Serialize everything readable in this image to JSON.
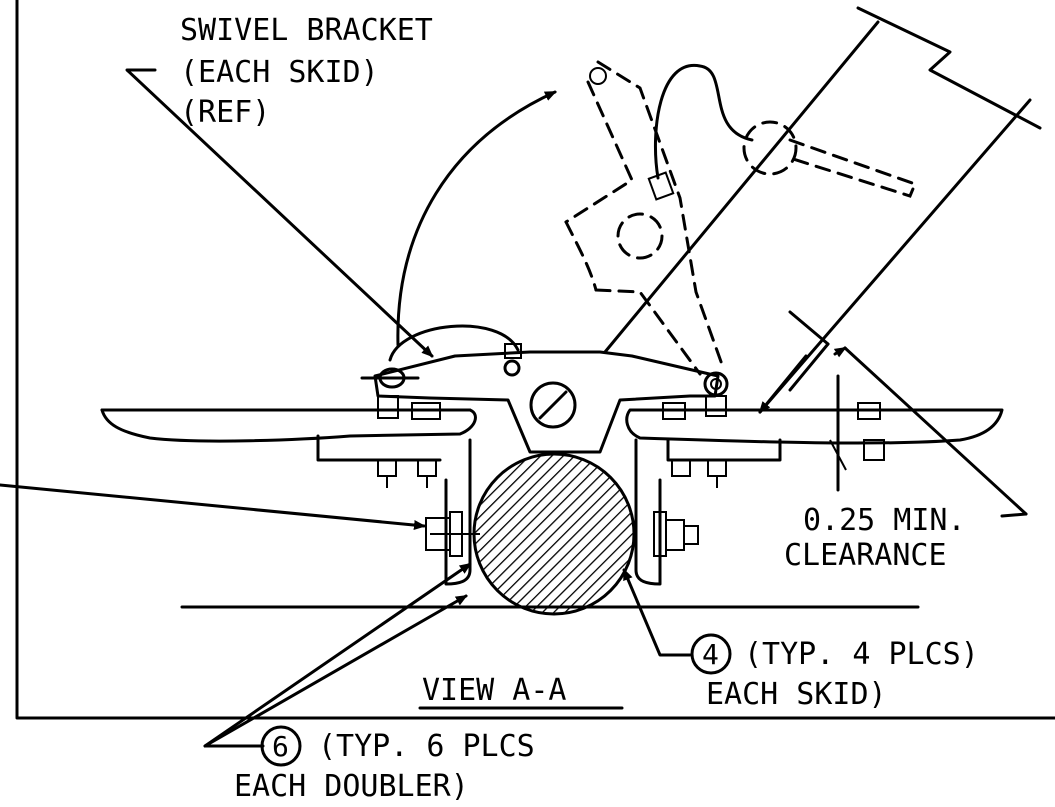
{
  "callouts": {
    "swivel_line1": "SWIVEL BRACKET",
    "swivel_line2": "(EACH SKID)",
    "swivel_line3": "(REF)",
    "clearance_line1": "0.25 MIN.",
    "clearance_line2": "CLEARANCE",
    "item4_number": "4",
    "item4_line1": "(TYP. 4 PLCS)",
    "item4_line2": "EACH SKID)",
    "item6_number": "6",
    "item6_line1": "(TYP. 6 PLCS",
    "item6_line2": "EACH DOUBLER)"
  },
  "view_title": "VIEW A-A"
}
